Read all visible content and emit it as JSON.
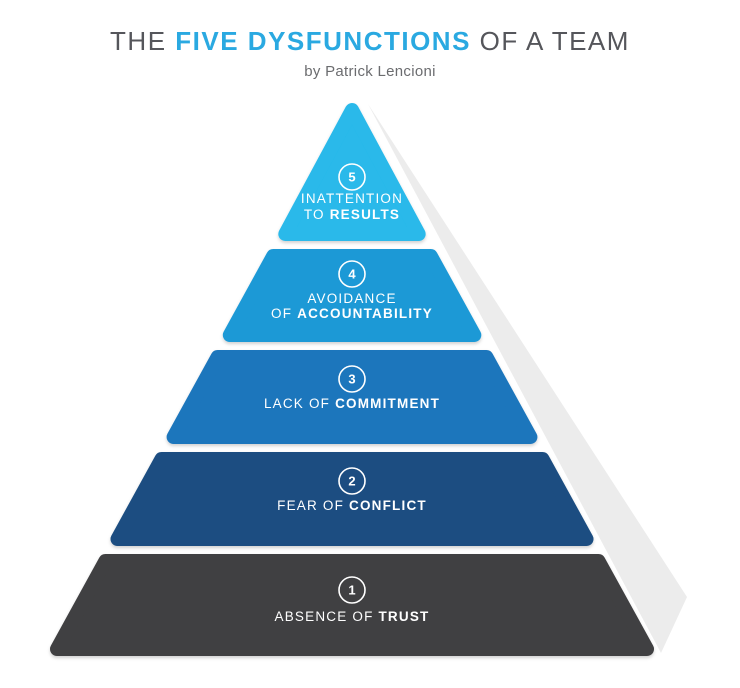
{
  "title": {
    "pre": "THE ",
    "highlight": "FIVE DYSFUNCTIONS",
    "post": " OF A TEAM"
  },
  "subtitle": "by Patrick Lencioni",
  "colors": {
    "title_gray": "#55565b",
    "title_blue": "#2aa9e1",
    "subtitle_gray": "#6b6c6f",
    "label_text": "#ffffff",
    "background": "#ffffff"
  },
  "pyramid": {
    "shadow_color": "#ececec",
    "levels": [
      {
        "number": "5",
        "color": "#29b9ea",
        "lines": [
          [
            {
              "t": "INATTENTION",
              "b": false
            }
          ],
          [
            {
              "t": "TO ",
              "b": false
            },
            {
              "t": "RESULTS",
              "b": true
            }
          ]
        ]
      },
      {
        "number": "4",
        "color": "#1f99d6",
        "lines": [
          [
            {
              "t": "AVOIDANCE",
              "b": false
            }
          ],
          [
            {
              "t": "OF ",
              "b": false
            },
            {
              "t": "ACCOUNTABILITY",
              "b": true
            }
          ]
        ]
      },
      {
        "number": "3",
        "color": "#1d76bc",
        "lines": [
          [
            {
              "t": "LACK OF ",
              "b": false
            },
            {
              "t": "COMMITMENT",
              "b": true
            }
          ]
        ]
      },
      {
        "number": "2",
        "color": "#1b4e81",
        "lines": [
          [
            {
              "t": "FEAR OF ",
              "b": false
            },
            {
              "t": "CONFLICT",
              "b": true
            }
          ]
        ]
      },
      {
        "number": "1",
        "color": "#414042",
        "lines": [
          [
            {
              "t": "ABSENCE OF ",
              "b": false
            },
            {
              "t": "TRUST",
              "b": true
            }
          ]
        ]
      }
    ]
  }
}
